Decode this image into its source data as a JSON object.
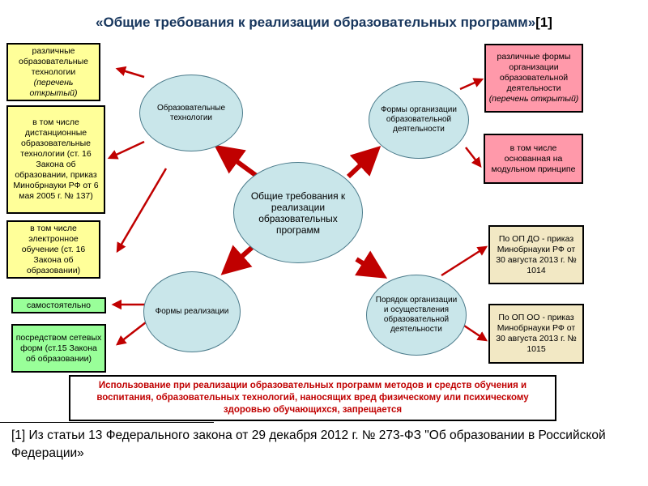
{
  "title": {
    "text": "«Общие требования к реализации образовательных программ»",
    "ref": "[1]"
  },
  "center": {
    "label": "Общие требования к реализации образовательных программ"
  },
  "nodes": {
    "edu_tech": "Образовательные технологии",
    "org_forms": "Формы организации образовательной деятельности",
    "impl_forms": "Формы реализации",
    "procedure": "Порядок организации и осуществления образовательной деятельности"
  },
  "boxes": {
    "various_tech": {
      "text": "различные образовательные технологии",
      "note": "(перечень открытый)"
    },
    "distance": {
      "text": "в том числе дистанционные образовательные технологии (ст. 16 Закона об образовании, приказ Минобрнауки РФ от 6 мая 2005 г. № 137)"
    },
    "elearning": {
      "text": "в том числе электронное обучение (ст. 16 Закона об образовании)"
    },
    "independent": {
      "text": "самостоятельно"
    },
    "network": {
      "text": "посредством сетевых форм (ст.15 Закона об образовании)"
    },
    "various_forms": {
      "text": "различные формы организации образовательной деятельности",
      "note": "(перечень открытый)"
    },
    "modular": {
      "text": "в том числе основанная на модульном принципе"
    },
    "op_do": {
      "text": "По ОП ДО - приказ Минобрнауки РФ от 30 августа 2013 г. № 1014"
    },
    "op_oo": {
      "text": "По ОП ОО - приказ Минобрнауки РФ от 30 августа 2013 г. № 1015"
    }
  },
  "warning": "Использование при реализации образовательных программ методов и средств обучения и воспитания, образовательных технологий, наносящих вред физическому или психическому здоровью обучающихся, запрещается",
  "footnote": "[1] Из статьи 13 Федерального закона от 29 декабря 2012 г. № 273-ФЗ \"Об образовании в Российской Федерации»",
  "colors": {
    "title": "#17365d",
    "arrow": "#c00000",
    "ellipse_fill": "#c9e6ea",
    "yellow_box": "#ffff99",
    "pink_box": "#ff99aa",
    "green_box": "#99ff99",
    "beige_box": "#f2e8c4",
    "warning_text": "#c00000"
  }
}
